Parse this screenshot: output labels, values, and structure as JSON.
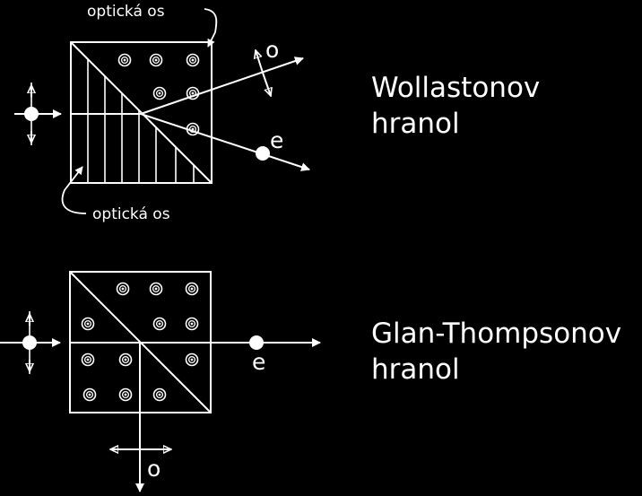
{
  "wollaston": {
    "title_line1": "Wollastonov",
    "title_line2": "hranol",
    "axis_label_top": "optická os",
    "axis_label_bottom": "optická os",
    "ray_o": "o",
    "ray_e": "e"
  },
  "glan": {
    "title_line1": "Glan-Thompsonov",
    "title_line2": "hranol",
    "ray_e": "e",
    "ray_o": "o"
  },
  "colors": {
    "background": "#000000",
    "ink": "#ffffff"
  }
}
